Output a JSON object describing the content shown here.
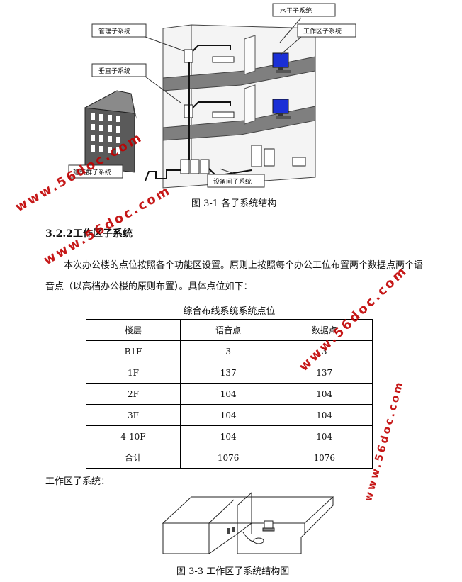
{
  "figure1": {
    "labels": {
      "horizontal": "水平子系统",
      "management": "管理子系统",
      "work_area": "工作区子系统",
      "vertical": "垂直子系统",
      "campus": "建筑群子系统",
      "equipment": "设备间子系统"
    },
    "caption": "图 3-1  各子系统结构"
  },
  "section": {
    "number": "3.2.2",
    "title": "工作区子系统"
  },
  "paragraph": "本次办公楼的点位按照各个功能区设置。原则上按照每个办公工位布置两个数据点两个语音点（以高档办公楼的原则布置）。具体点位如下：",
  "table": {
    "title": "综合布线系统系统点位",
    "headers": [
      "楼层",
      "语音点",
      "数据点"
    ],
    "rows": [
      [
        "B1F",
        "3",
        "3"
      ],
      [
        "1F",
        "137",
        "137"
      ],
      [
        "2F",
        "104",
        "104"
      ],
      [
        "3F",
        "104",
        "104"
      ],
      [
        "4-10F",
        "104",
        "104"
      ],
      [
        "合计",
        "1076",
        "1076"
      ]
    ]
  },
  "work_area_label": "工作区子系统：",
  "figure2": {
    "caption": "图 3-3  工作区子系统结构图"
  },
  "watermark": "www.56doc.com",
  "colors": {
    "watermark": "#c00000",
    "floor": "#7f7f7f",
    "monitor_screen": "#1a2fd6"
  }
}
